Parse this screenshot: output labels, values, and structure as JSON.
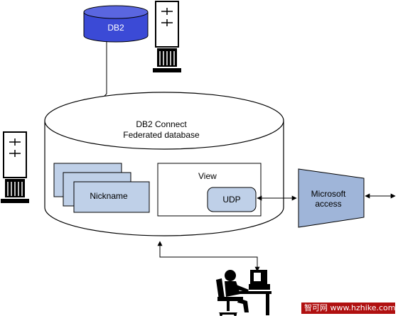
{
  "db2": {
    "label": "DB2"
  },
  "federated": {
    "line1": "DB2 Connect",
    "line2": "Federated database"
  },
  "nickname": {
    "label": "Nickname"
  },
  "view": {
    "label": "View"
  },
  "udp": {
    "label": "UDP"
  },
  "microsoft": {
    "line1": "Microsoft",
    "line2": "access"
  },
  "watermark": {
    "text": "智可网 www.hzhike.com"
  },
  "colors": {
    "db2_fill": "#3b4ad6",
    "box_fill": "#bfd0e8",
    "trap_fill": "#9fb5d9",
    "stroke": "#000000"
  }
}
